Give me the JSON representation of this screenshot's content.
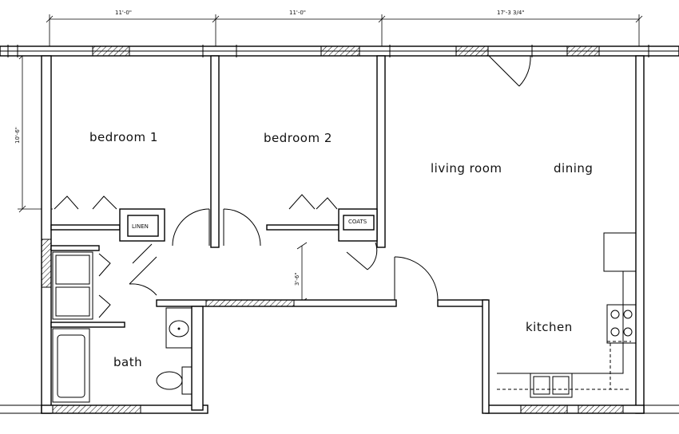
{
  "rooms": {
    "bedroom1": "bedroom 1",
    "bedroom2": "bedroom 2",
    "living": "living room",
    "dining": "dining",
    "kitchen": "kitchen",
    "bath": "bath"
  },
  "closets": {
    "linen": "LINEN",
    "coats": "COATS"
  },
  "dimensions": {
    "bedroom1_width": "11'-0\"",
    "bedroom2_width": "11'-0\"",
    "living_width": "17'-3 3/4\"",
    "bedroom_depth": "10'-6\"",
    "hall_width": "3'-6\""
  }
}
